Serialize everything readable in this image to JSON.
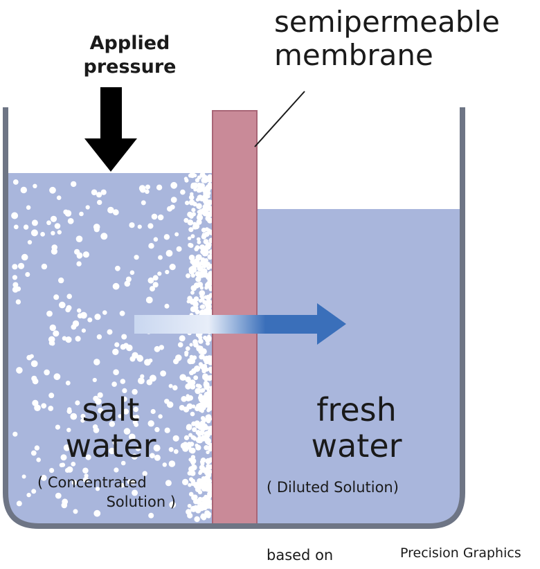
{
  "labels": {
    "applied_pressure_line1": "Applied",
    "applied_pressure_line2": "pressure",
    "membrane_line1": "semipermeable",
    "membrane_line2": "membrane",
    "salt_line1": "salt",
    "salt_line2": "water",
    "salt_sub_line1": "( Concentrated",
    "salt_sub_line2": "Solution )",
    "fresh_line1": "fresh",
    "fresh_line2": "water",
    "fresh_sub": "( Diluted Solution)",
    "credit_left": "based on",
    "credit_right": "Precision Graphics"
  },
  "colors": {
    "water": "#a9b6dc",
    "tank_wall": "#6e7585",
    "membrane_fill": "#c98a98",
    "membrane_edge": "#a86576",
    "pressure_arrow": "#000000",
    "flow_arrow": "#3a6fba",
    "salt_particles": "#ffffff"
  }
}
